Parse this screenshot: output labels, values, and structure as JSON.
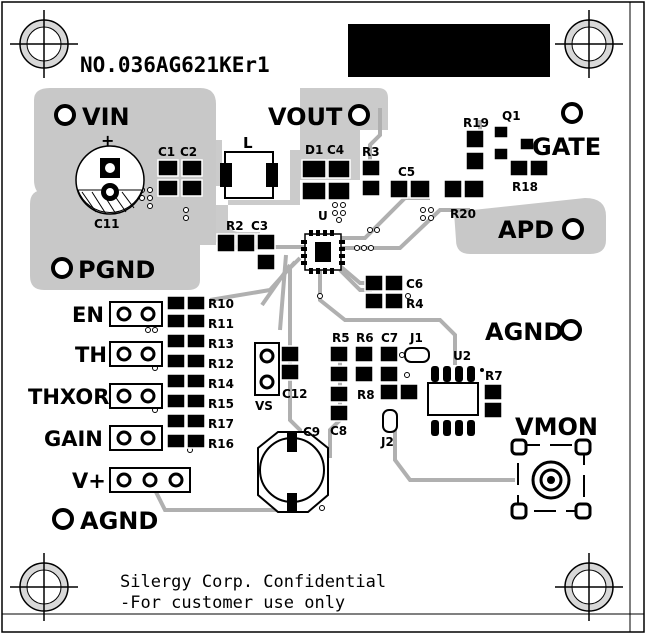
{
  "board": {
    "part_number": "NO.036AG621KEr1",
    "footer_line1": "Silergy Corp. Confidential",
    "footer_line2": "-For customer use only"
  },
  "terminals": {
    "vin": "VIN",
    "vin_plus": "+",
    "pgnd": "PGND",
    "vout": "VOUT",
    "gate": "GATE",
    "apd": "APD",
    "agnd_right": "AGND",
    "agnd_bottom": "AGND",
    "vmon": "VMON"
  },
  "headers": {
    "en": "EN",
    "th": "TH",
    "thxor": "THXOR",
    "gain": "GAIN",
    "vplus": "V+",
    "vs": "VS"
  },
  "refdes": {
    "l": "L",
    "c1": "C1",
    "c2": "C2",
    "c11": "C11",
    "d1": "D1",
    "c4": "C4",
    "u": "U",
    "r2": "R2",
    "c3": "C3",
    "r3": "R3",
    "c5": "C5",
    "r19": "R19",
    "q1": "Q1",
    "r18": "R18",
    "r20": "R20",
    "c6": "C6",
    "r4": "R4",
    "r10": "R10",
    "r11": "R11",
    "r13": "R13",
    "r12": "R12",
    "r14": "R14",
    "r15": "R15",
    "r17": "R17",
    "r16": "R16",
    "c12": "C12",
    "r5": "R5",
    "r6": "R6",
    "c7": "C7",
    "j1": "J1",
    "u2": "U2",
    "r7": "R7",
    "r8": "R8",
    "c8": "C8",
    "j2": "J2",
    "c9": "C9"
  }
}
